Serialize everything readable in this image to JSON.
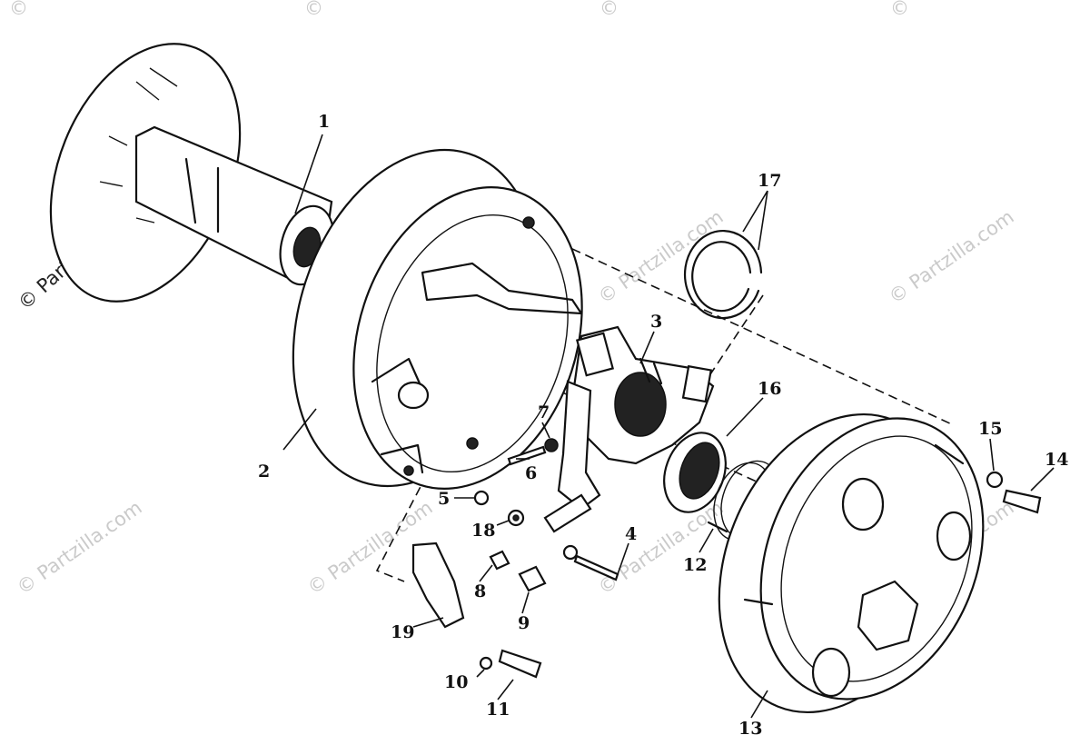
{
  "diagram": {
    "callouts": [
      {
        "id": "1",
        "label": "1"
      },
      {
        "id": "2",
        "label": "2"
      },
      {
        "id": "3",
        "label": "3"
      },
      {
        "id": "4",
        "label": "4"
      },
      {
        "id": "5",
        "label": "5"
      },
      {
        "id": "6",
        "label": "6"
      },
      {
        "id": "7",
        "label": "7"
      },
      {
        "id": "8",
        "label": "8"
      },
      {
        "id": "9",
        "label": "9"
      },
      {
        "id": "10",
        "label": "10"
      },
      {
        "id": "11",
        "label": "11"
      },
      {
        "id": "12",
        "label": "12"
      },
      {
        "id": "13",
        "label": "13"
      },
      {
        "id": "14",
        "label": "14"
      },
      {
        "id": "15",
        "label": "15"
      },
      {
        "id": "16",
        "label": "16"
      },
      {
        "id": "17",
        "label": "17"
      },
      {
        "id": "18",
        "label": "18"
      },
      {
        "id": "19",
        "label": "19"
      }
    ]
  },
  "watermark": {
    "text": "© Partzilla.com",
    "corner_text": "©"
  },
  "colors": {
    "line": "#111111",
    "background": "#ffffff",
    "watermark": "#b9b9b9"
  }
}
